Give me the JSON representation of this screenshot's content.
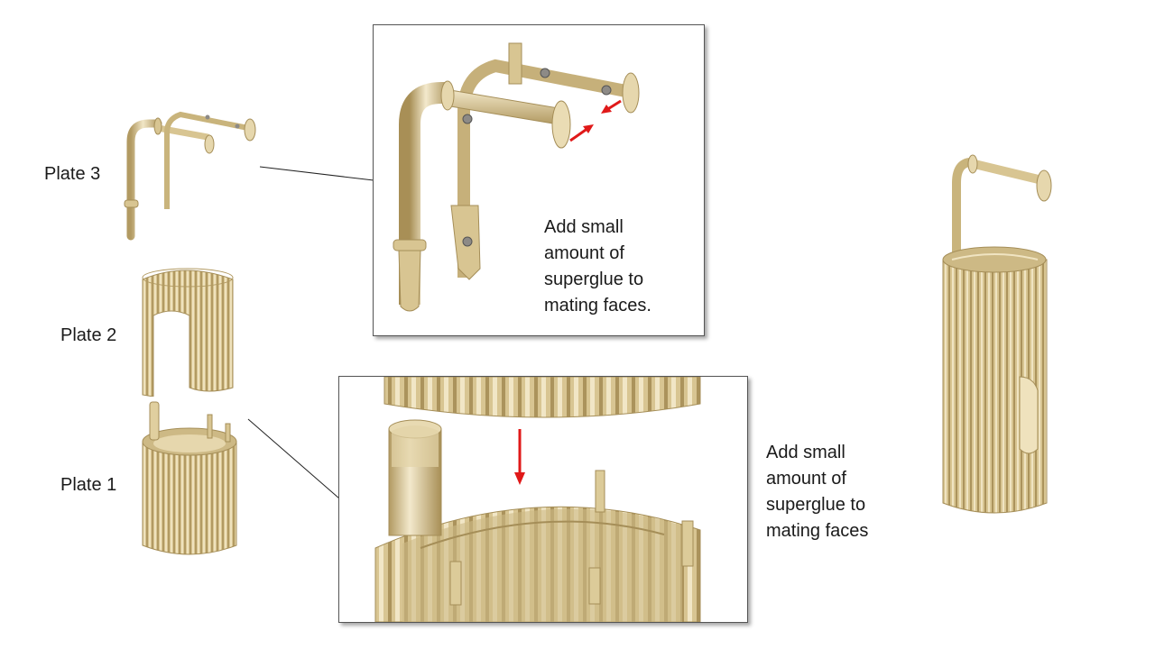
{
  "labels": {
    "plate3": "Plate 3",
    "plate2": "Plate 2",
    "plate1": "Plate 1"
  },
  "callouts": {
    "top": "Add small\namount of\nsuperglue to\nmating faces.",
    "bottom": "Add small\namount of\nsuperglue to\nmating faces"
  },
  "colors": {
    "part": "#d8c592",
    "part_dark": "#b29a62",
    "part_light": "#f1e6c6",
    "arrow": "#e01919",
    "screw": "#8d8a86"
  }
}
